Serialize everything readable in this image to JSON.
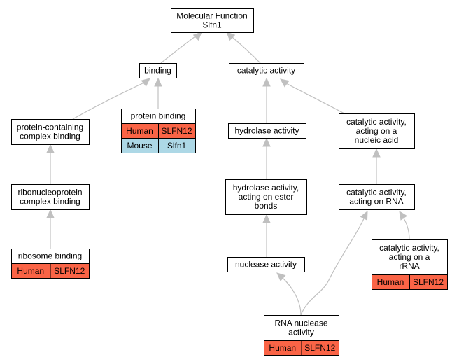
{
  "colors": {
    "human": "#fa6446",
    "mouse": "#add8e6",
    "edge": "#c0c0c0"
  },
  "nodes": [
    {
      "id": "molecular-function",
      "lines": [
        "Molecular Function",
        "Slfn1"
      ],
      "genes": []
    },
    {
      "id": "binding",
      "lines": [
        "binding"
      ],
      "genes": []
    },
    {
      "id": "catalytic-activity",
      "lines": [
        "catalytic activity"
      ],
      "genes": []
    },
    {
      "id": "protein-containing-complex-binding",
      "lines": [
        "protein-containing",
        "complex binding"
      ],
      "genes": []
    },
    {
      "id": "protein-binding",
      "lines": [
        "protein binding"
      ],
      "genes": [
        {
          "species": "Human",
          "gene": "SLFN12"
        },
        {
          "species": "Mouse",
          "gene": "Slfn1"
        }
      ]
    },
    {
      "id": "hydrolase-activity",
      "lines": [
        "hydrolase activity"
      ],
      "genes": []
    },
    {
      "id": "catalytic-activity-nucleic-acid",
      "lines": [
        "catalytic activity,",
        "acting on a",
        "nucleic acid"
      ],
      "genes": []
    },
    {
      "id": "ribonucleoprotein-complex-binding",
      "lines": [
        "ribonucleoprotein",
        "complex binding"
      ],
      "genes": []
    },
    {
      "id": "hydrolase-activity-ester-bonds",
      "lines": [
        "hydrolase activity,",
        "acting on ester",
        "bonds"
      ],
      "genes": []
    },
    {
      "id": "catalytic-activity-rna",
      "lines": [
        "catalytic activity,",
        "acting on RNA"
      ],
      "genes": []
    },
    {
      "id": "ribosome-binding",
      "lines": [
        "ribosome binding"
      ],
      "genes": [
        {
          "species": "Human",
          "gene": "SLFN12"
        }
      ]
    },
    {
      "id": "nuclease-activity",
      "lines": [
        "nuclease activity"
      ],
      "genes": []
    },
    {
      "id": "catalytic-activity-rrna",
      "lines": [
        "catalytic activity,",
        "acting on a",
        "rRNA"
      ],
      "genes": [
        {
          "species": "Human",
          "gene": "SLFN12"
        }
      ]
    },
    {
      "id": "rna-nuclease-activity",
      "lines": [
        "RNA nuclease",
        "activity"
      ],
      "genes": [
        {
          "species": "Human",
          "gene": "SLFN12"
        }
      ]
    }
  ],
  "edges": [
    {
      "from": "binding",
      "to": "molecular-function"
    },
    {
      "from": "catalytic-activity",
      "to": "molecular-function"
    },
    {
      "from": "protein-containing-complex-binding",
      "to": "binding"
    },
    {
      "from": "protein-binding",
      "to": "binding"
    },
    {
      "from": "hydrolase-activity",
      "to": "catalytic-activity"
    },
    {
      "from": "catalytic-activity-nucleic-acid",
      "to": "catalytic-activity"
    },
    {
      "from": "ribonucleoprotein-complex-binding",
      "to": "protein-containing-complex-binding"
    },
    {
      "from": "hydrolase-activity-ester-bonds",
      "to": "hydrolase-activity"
    },
    {
      "from": "catalytic-activity-rna",
      "to": "catalytic-activity-nucleic-acid"
    },
    {
      "from": "ribosome-binding",
      "to": "ribonucleoprotein-complex-binding"
    },
    {
      "from": "nuclease-activity",
      "to": "hydrolase-activity-ester-bonds"
    },
    {
      "from": "catalytic-activity-rrna",
      "to": "catalytic-activity-rna"
    },
    {
      "from": "rna-nuclease-activity",
      "to": "nuclease-activity"
    },
    {
      "from": "rna-nuclease-activity",
      "to": "catalytic-activity-rna"
    }
  ]
}
